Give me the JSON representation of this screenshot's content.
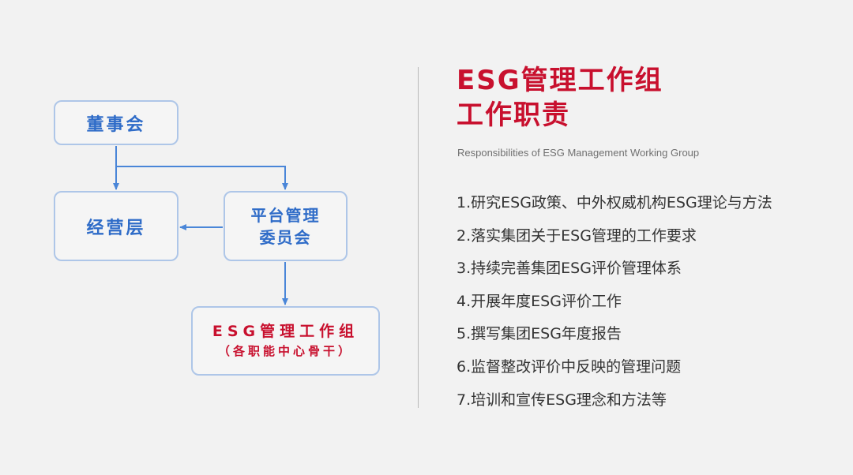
{
  "colors": {
    "accent_red": "#c8102e",
    "box_text_blue": "#2f6cc8",
    "box_border": "#aec6e8",
    "arrow_blue": "#4a86d8",
    "background": "#f2f2f2"
  },
  "org_chart": {
    "board": "董事会",
    "management": "经营层",
    "committee_line1": "平台管理",
    "committee_line2": "委员会",
    "working_group_line1": "ESG管理工作组",
    "working_group_line2": "（各职能中心骨干）"
  },
  "panel": {
    "title_line1": "ESG管理工作组",
    "title_line2": "工作职责",
    "subtitle": "Responsibilities of ESG Management Working Group",
    "duties": [
      "1.研究ESG政策、中外权威机构ESG理论与方法",
      "2.落实集团关于ESG管理的工作要求",
      "3.持续完善集团ESG评价管理体系",
      "4.开展年度ESG评价工作",
      "5.撰写集团ESG年度报告",
      "6.监督整改评价中反映的管理问题",
      "7.培训和宣传ESG理念和方法等"
    ]
  }
}
